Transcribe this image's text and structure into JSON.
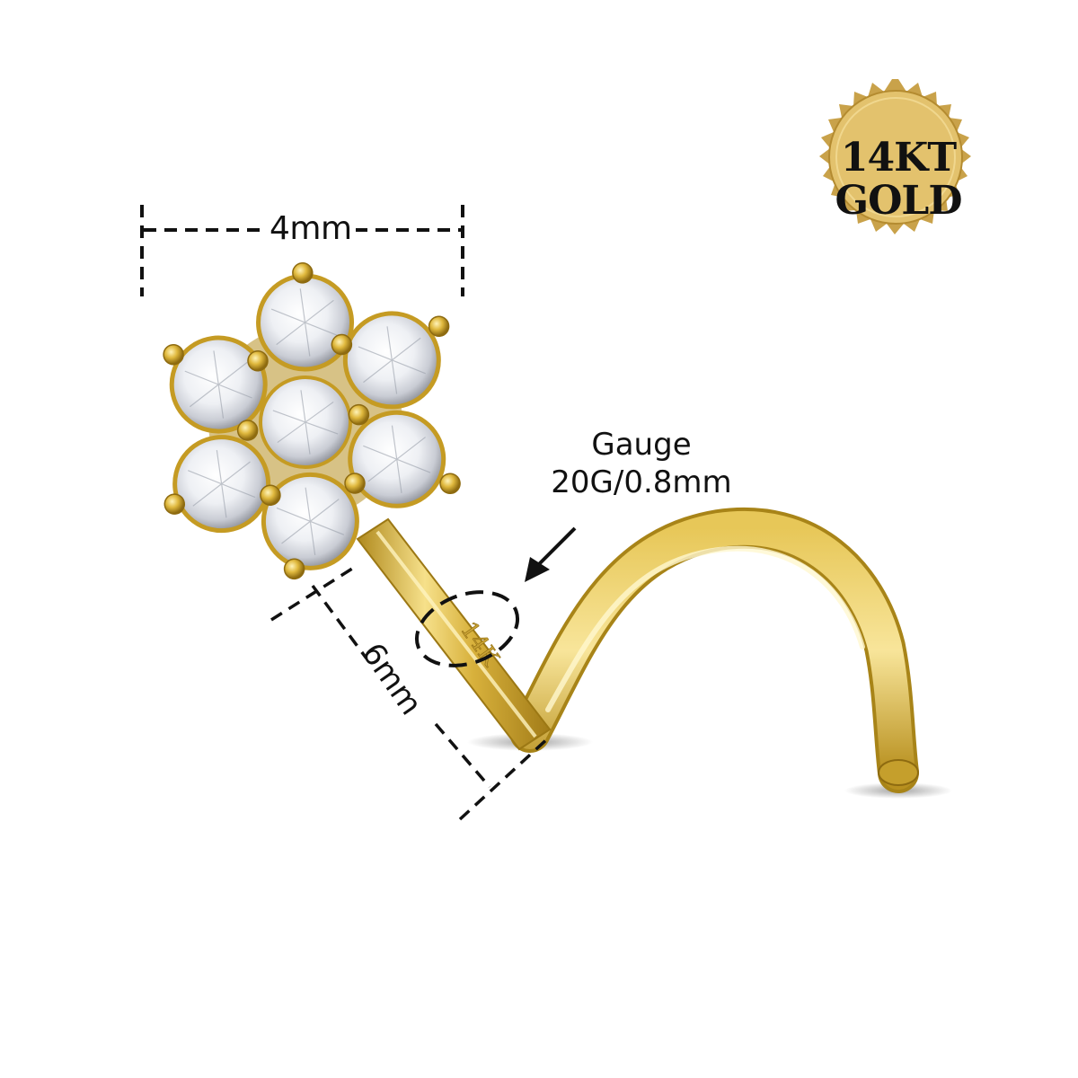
{
  "badge": {
    "line1": "14KT",
    "line2": "GOLD",
    "color_outer": "#c9a24a",
    "color_inner": "#e6c66f"
  },
  "dimensions": {
    "top_width": "4mm",
    "post_length": "6mm",
    "gauge_title": "Gauge",
    "gauge_value": "20G/0.8mm"
  },
  "product": {
    "type": "flower nose screw stud",
    "stamp": "14K",
    "stone_count": 7,
    "metal_color": "#d9b740",
    "stone_color": "#f4f5f8"
  }
}
